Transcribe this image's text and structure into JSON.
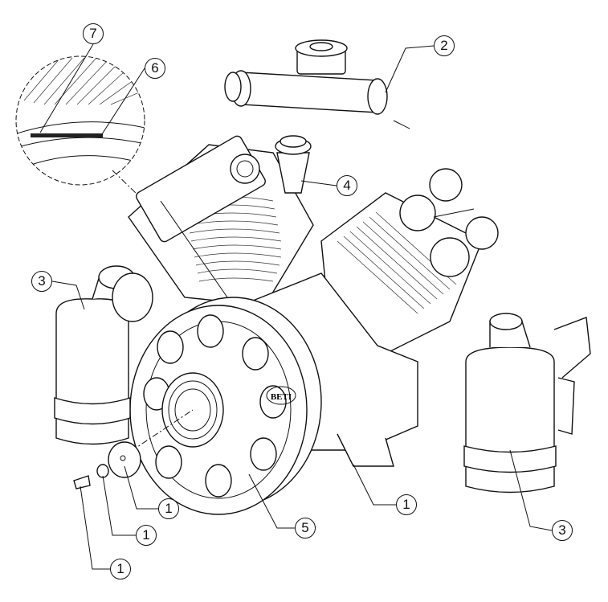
{
  "title": "Compressor exploded view",
  "logo_text": "BETI",
  "callouts": [
    {
      "label": "7"
    },
    {
      "label": "6"
    },
    {
      "label": "2"
    },
    {
      "label": "4"
    },
    {
      "label": "3"
    },
    {
      "label": "3"
    },
    {
      "label": "1"
    },
    {
      "label": "1"
    },
    {
      "label": "1"
    },
    {
      "label": "1"
    },
    {
      "label": "5"
    }
  ]
}
